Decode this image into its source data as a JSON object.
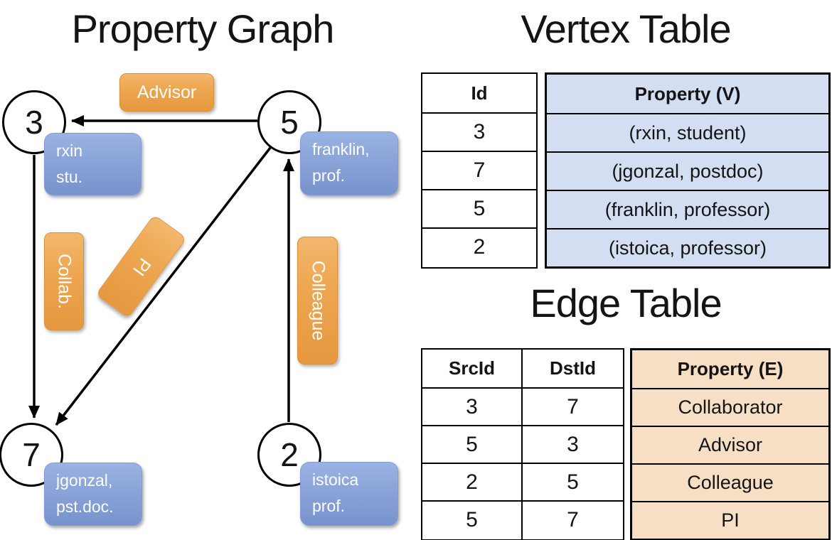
{
  "graph": {
    "title": "Property Graph",
    "nodes": [
      {
        "id": "3",
        "prop_line1": "rxin",
        "prop_line2": "stu."
      },
      {
        "id": "5",
        "prop_line1": "franklin,",
        "prop_line2": "prof."
      },
      {
        "id": "7",
        "prop_line1": "jgonzal,",
        "prop_line2": "pst.doc."
      },
      {
        "id": "2",
        "prop_line1": "istoica",
        "prop_line2": "prof."
      }
    ],
    "edge_labels": {
      "advisor": "Advisor",
      "collab": "Collab.",
      "pi": "PI",
      "colleague": "Colleague"
    },
    "edges": [
      {
        "src": "5",
        "dst": "3",
        "label": "Advisor"
      },
      {
        "src": "3",
        "dst": "7",
        "label": "Collab."
      },
      {
        "src": "5",
        "dst": "7",
        "label": "PI"
      },
      {
        "src": "2",
        "dst": "5",
        "label": "Colleague"
      }
    ]
  },
  "vertex_table": {
    "title": "Vertex Table",
    "headers": {
      "id": "Id",
      "property": "Property (V)"
    },
    "rows": [
      {
        "id": "3",
        "property": "(rxin, student)"
      },
      {
        "id": "7",
        "property": "(jgonzal, postdoc)"
      },
      {
        "id": "5",
        "property": "(franklin, professor)"
      },
      {
        "id": "2",
        "property": "(istoica, professor)"
      }
    ]
  },
  "edge_table": {
    "title": "Edge Table",
    "headers": {
      "src": "SrcId",
      "dst": "DstId",
      "property": "Property (E)"
    },
    "rows": [
      {
        "src": "3",
        "dst": "7",
        "property": "Collaborator"
      },
      {
        "src": "5",
        "dst": "3",
        "property": "Advisor"
      },
      {
        "src": "2",
        "dst": "5",
        "property": "Colleague"
      },
      {
        "src": "5",
        "dst": "7",
        "property": "PI"
      }
    ]
  },
  "colors": {
    "edge_label_fill": "#ECA14E",
    "vertex_label_fill": "#7D9AD2",
    "vertex_property_cell": "#D3DEF2",
    "edge_property_cell": "#F6DFC4",
    "line": "#000000",
    "background": "#FFFFFF"
  }
}
